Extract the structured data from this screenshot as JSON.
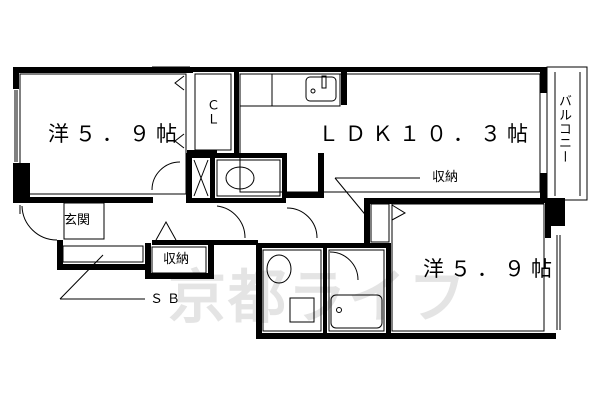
{
  "floor_plan": {
    "rooms": [
      {
        "id": "western-room-1",
        "label": "洋５．９帖",
        "type": "western",
        "size_jo": 5.9
      },
      {
        "id": "ldk",
        "label": "ＬＤＫ１０．３帖",
        "type": "LDK",
        "size_jo": 10.3
      },
      {
        "id": "western-room-2",
        "label": "洋５．９帖",
        "type": "western",
        "size_jo": 5.9
      }
    ],
    "labels": {
      "closet": "ＣＬ",
      "balcony": "バルコニー",
      "storage_ldk": "収納",
      "entrance": "玄関",
      "storage_hall": "収納",
      "shoe_box": "ＳＢ"
    },
    "watermark": "京都ライフ",
    "colors": {
      "wall": "#000000",
      "line": "#000000",
      "background": "#ffffff",
      "watermark": "#e4e4e4"
    }
  }
}
